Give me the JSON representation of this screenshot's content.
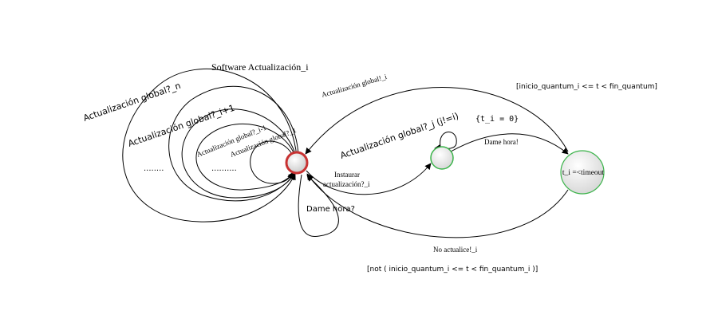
{
  "states": {
    "main": {
      "color": "#c83232"
    },
    "idle": {
      "color": "#3cb44b"
    },
    "timeout": {
      "label": "t_i =<timeout",
      "color": "#3cb44b"
    }
  },
  "labels": {
    "software_update": "Software Actualización_i",
    "global_update_n": "Actualización global?_n",
    "global_update_i1": "Actualización global?_i+1",
    "global_update_im1": "Actualización global?_i-1",
    "global_update_1": "Actualización global?_1",
    "global_update_bang": "Actualización global!_i",
    "global_update_j": "Actualización global?_j (j!=i)",
    "install_line1": "Instaurar",
    "install_line2": "actualización?_i",
    "give_time_self": "Dame hora?",
    "give_time_bang": "Dame hora!",
    "reset_t": "{t_i = 0}",
    "no_update": "No actualice!_i",
    "guard_in": "[inicio_quantum_i <= t < fin_quantum]",
    "guard_not": "[not ( inicio_quantum_i <= t < fin_quantum_i )]",
    "ellipsis_outer": "........",
    "ellipsis_inner": ".........."
  }
}
